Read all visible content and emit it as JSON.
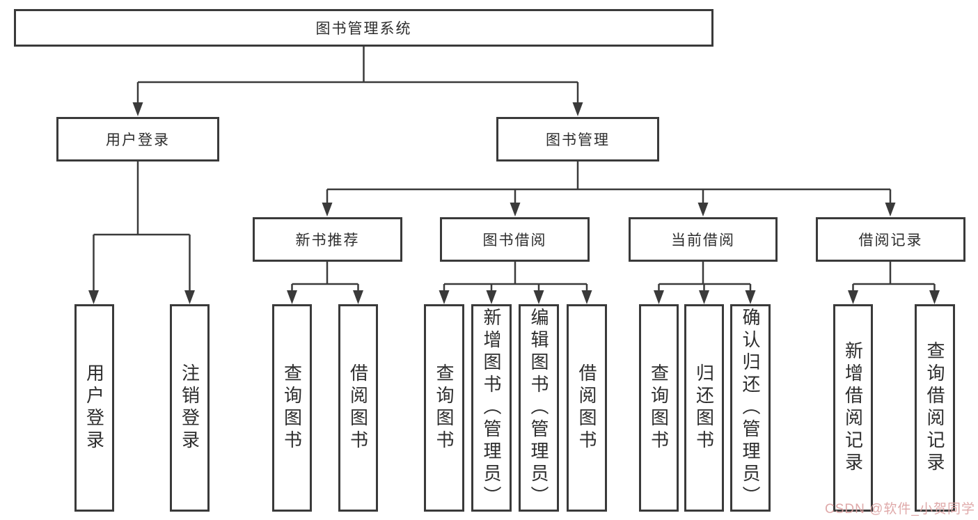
{
  "tree": {
    "label": "图书管理系统",
    "children": [
      {
        "label": "用户登录",
        "children": [
          {
            "label": "用户登录"
          },
          {
            "label": "注销登录"
          }
        ]
      },
      {
        "label": "图书管理",
        "children": [
          {
            "label": "新书推荐",
            "children": [
              {
                "label": "查询图书"
              },
              {
                "label": "借阅图书"
              }
            ]
          },
          {
            "label": "图书借阅",
            "children": [
              {
                "label": "查询图书"
              },
              {
                "label": "新增图书（管理员）"
              },
              {
                "label": "编辑图书（管理员）"
              },
              {
                "label": "借阅图书"
              }
            ]
          },
          {
            "label": "当前借阅",
            "children": [
              {
                "label": "查询图书"
              },
              {
                "label": "归还图书"
              },
              {
                "label": "确认归还（管理员）"
              }
            ]
          },
          {
            "label": "借阅记录",
            "children": [
              {
                "label": "新增借阅记录"
              },
              {
                "label": "查询借阅记录"
              }
            ]
          }
        ]
      }
    ]
  },
  "watermark": {
    "text": "CSDN @软件_小贺同学"
  },
  "colors": {
    "background": "#ffffff",
    "box_border": "#3a3a3a",
    "connector": "#3a3a3a",
    "text": "#2d2d2d",
    "watermark": "#dda2a2"
  }
}
